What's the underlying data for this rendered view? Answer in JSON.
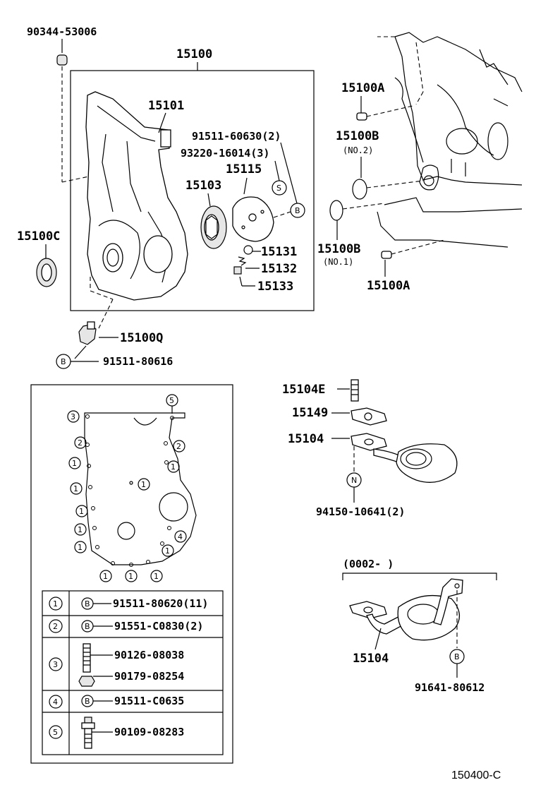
{
  "callouts": {
    "p90344": "90344-53006",
    "p15100": "15100",
    "p15101": "15101",
    "p91511_60630": "91511-60630(2)",
    "p93220": "93220-16014(3)",
    "p15115": "15115",
    "p15103": "15103",
    "p15131": "15131",
    "p15132": "15132",
    "p15133": "15133",
    "p15100C": "15100C",
    "p15100Q": "15100Q",
    "p91511_80616": "91511-80616",
    "p15100A_top": "15100A",
    "p15100B_no2": "15100B",
    "no2": "(NO.2)",
    "p15100B_no1": "15100B",
    "no1": "(NO.1)",
    "p15100A_bottom": "15100A",
    "p15104E": "15104E",
    "p15149": "15149",
    "p15104_top": "15104",
    "p94150": "94150-10641(2)",
    "range": "(0002-        )",
    "p15104_bottom": "15104",
    "p91641": "91641-80612",
    "figure_code": "150400-C"
  },
  "markers": {
    "B": "B",
    "S": "S",
    "N": "N"
  },
  "bolt_positions": {
    "n1": "1",
    "n2": "2",
    "n3": "3",
    "n4": "4",
    "n5": "5"
  },
  "legend_rows": [
    {
      "key": "1",
      "marker": "B",
      "part": "91511-80620(11)"
    },
    {
      "key": "2",
      "marker": "B",
      "part": "91551-C0830(2)"
    },
    {
      "key": "3",
      "part_a": "90126-08038",
      "part_b": "90179-08254"
    },
    {
      "key": "4",
      "marker": "B",
      "part": "91511-C0635"
    },
    {
      "key": "5",
      "part": "90109-08283"
    }
  ]
}
